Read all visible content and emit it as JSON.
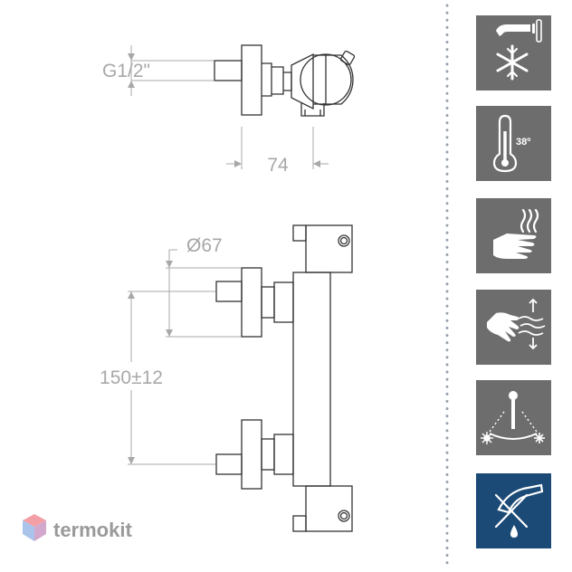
{
  "dimensions": {
    "connection": "G1/2\"",
    "depth": "74",
    "flange_diameter": "Ø67",
    "centers": "150±12"
  },
  "features": [
    {
      "name": "cold-water-safety",
      "icons": [
        "faucet-icon",
        "snowflake-icon"
      ],
      "bg": "#6d6d6d"
    },
    {
      "name": "temperature-limit",
      "icons": [
        "thermometer-icon"
      ],
      "label": "38º",
      "bg": "#6d6d6d"
    },
    {
      "name": "hot-water",
      "icons": [
        "hand-icon",
        "heat-waves-icon"
      ],
      "bg": "#6d6d6d"
    },
    {
      "name": "flow-control",
      "icons": [
        "hand-icon",
        "water-flow-icon",
        "arrows-up-down-icon"
      ],
      "bg": "#6d6d6d"
    },
    {
      "name": "thermostatic-mixing",
      "icons": [
        "lever-icon",
        "sun-icon",
        "snowflake-icon"
      ],
      "bg": "#6d6d6d"
    },
    {
      "name": "anti-limescale",
      "icons": [
        "crossed-spout-icon",
        "drop-icon"
      ],
      "bg": "#1c4a77"
    }
  ],
  "brand": {
    "name": "termokit",
    "colors": {
      "text": "#9a9a9a",
      "logo_top": "#f2a0a6",
      "logo_left": "#a9c3ea",
      "logo_right": "#d2a8cc"
    }
  },
  "colors": {
    "line": "#333333",
    "dimension": "#a8a8a8",
    "divider": "#9aa3ad"
  }
}
